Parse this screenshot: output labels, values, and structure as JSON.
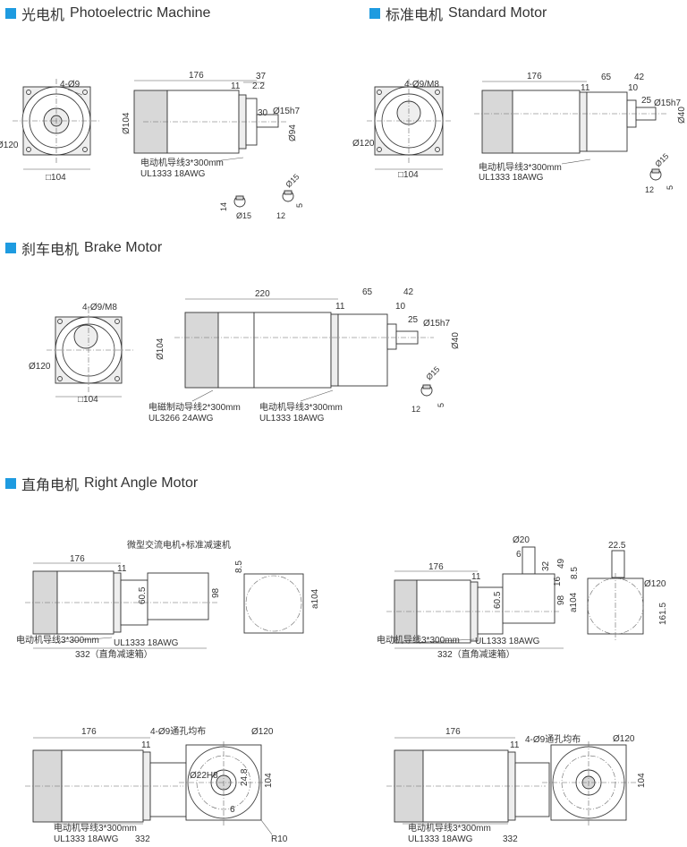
{
  "accent_color": "#1e9be0",
  "sections": [
    {
      "cn": "光电机",
      "en": "Photoelectric Machine"
    },
    {
      "cn": "标准电机",
      "en": "Standard Motor"
    },
    {
      "cn": "刹车电机",
      "en": "Brake Motor"
    },
    {
      "cn": "直角电机",
      "en": "Right Angle Motor"
    }
  ],
  "photo": {
    "front": {
      "holes": "4-Ø9",
      "dia": "Ø120",
      "square": "□104"
    },
    "side": {
      "len": "176",
      "d37": "37",
      "d11": "11",
      "d22": "2.2",
      "d30": "30",
      "shaft": "Ø15h7",
      "body": "Ø104",
      "flange": "Ø94",
      "wire1": "电动机导线3*300mm",
      "wire2": "UL1333  18AWG"
    },
    "key": {
      "a": "14",
      "b": "Ø15",
      "c": "12",
      "d": "5",
      "e": "Ø15"
    }
  },
  "standard": {
    "front": {
      "holes": "4-Ø9/M8",
      "dia": "Ø120",
      "square": "□104"
    },
    "side": {
      "len": "176",
      "d65": "65",
      "d42": "42",
      "d11": "11",
      "d10": "10",
      "d25": "25",
      "shaft": "Ø15h7",
      "d40": "Ø40",
      "wire1": "电动机导线3*300mm",
      "wire2": "UL1333  18AWG"
    },
    "key": {
      "a": "Ø15",
      "b": "12",
      "c": "5"
    }
  },
  "brake": {
    "front": {
      "holes": "4-Ø9/M8",
      "dia": "Ø120",
      "square": "□104"
    },
    "side": {
      "len": "220",
      "d65": "65",
      "d42": "42",
      "d11": "11",
      "d10": "10",
      "d25": "25",
      "shaft": "Ø15h7",
      "d40": "Ø40",
      "body": "Ø104",
      "wire1": "电磁制动导线2*300mm",
      "wire2": "UL3266  24AWG",
      "wire3": "电动机导线3*300mm",
      "wire4": "UL1333  18AWG"
    },
    "key": {
      "a": "Ø15",
      "b": "12",
      "c": "5"
    }
  },
  "right_angle": {
    "caption": "微型交流电机+标准减速机",
    "a": {
      "len": "176",
      "d11": "11",
      "d605": "60.5",
      "d98": "98",
      "d85": "8.5",
      "a104": "a104",
      "wire1": "电动机导线3*300mm",
      "wire2": "UL1333  18AWG",
      "total": "332（直角减速箱）"
    },
    "b": {
      "shaft": "Ø20",
      "d6": "6",
      "d225": "22.5",
      "len": "176",
      "d11": "11",
      "d32": "32",
      "d49": "49",
      "d16": "16",
      "d85": "8.5",
      "d605": "60.5",
      "d98": "98",
      "a104": "a104",
      "d120": "Ø120",
      "d1615": "161.5",
      "wire1": "电动机导线3*300mm",
      "wire2": "UL1333  18AWG",
      "total": "332（直角减速箱）"
    },
    "c": {
      "len": "176",
      "d11": "11",
      "holes": "4-Ø9通孔均布",
      "d120": "Ø120",
      "bore": "Ø22H8",
      "d248": "24.8",
      "d6": "6",
      "d104": "104",
      "r10": "R10",
      "wire1": "电动机导线3*300mm",
      "wire2": "UL1333  18AWG",
      "total": "332"
    },
    "d": {
      "len": "176",
      "d11": "11",
      "holes": "4-Ø9通孔均布",
      "d120": "Ø120",
      "d104": "104",
      "wire1": "电动机导线3*300mm",
      "wire2": "UL1333  18AWG",
      "total": "332"
    }
  }
}
